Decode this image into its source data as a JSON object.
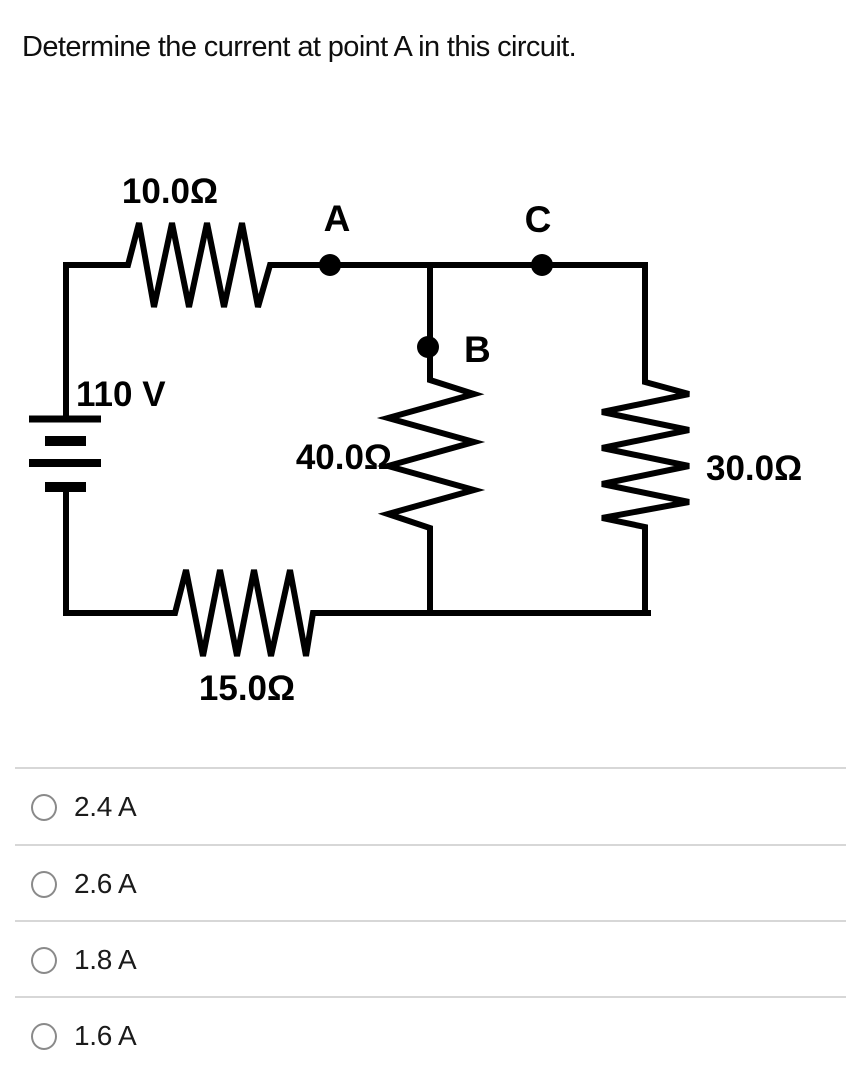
{
  "question": {
    "title": "Determine the current at point A in this circuit."
  },
  "circuit": {
    "battery": {
      "label": "110 V"
    },
    "resistors": {
      "top": {
        "label": "10.0Ω"
      },
      "middle": {
        "label": "40.0Ω"
      },
      "right": {
        "label": "30.0Ω"
      },
      "bottom": {
        "label": "15.0Ω"
      }
    },
    "nodes": {
      "a": {
        "label": "A"
      },
      "b": {
        "label": "B"
      },
      "c": {
        "label": "C"
      }
    }
  },
  "options": [
    {
      "label": "2.4 A",
      "selected": false
    },
    {
      "label": "2.6 A",
      "selected": false
    },
    {
      "label": "1.8 A",
      "selected": false
    },
    {
      "label": "1.6 A",
      "selected": false
    }
  ],
  "colors": {
    "wire": "#000000",
    "divider": "#d7d7d7",
    "radio_border": "#8a8a8a",
    "text": "#1b1b1b"
  }
}
